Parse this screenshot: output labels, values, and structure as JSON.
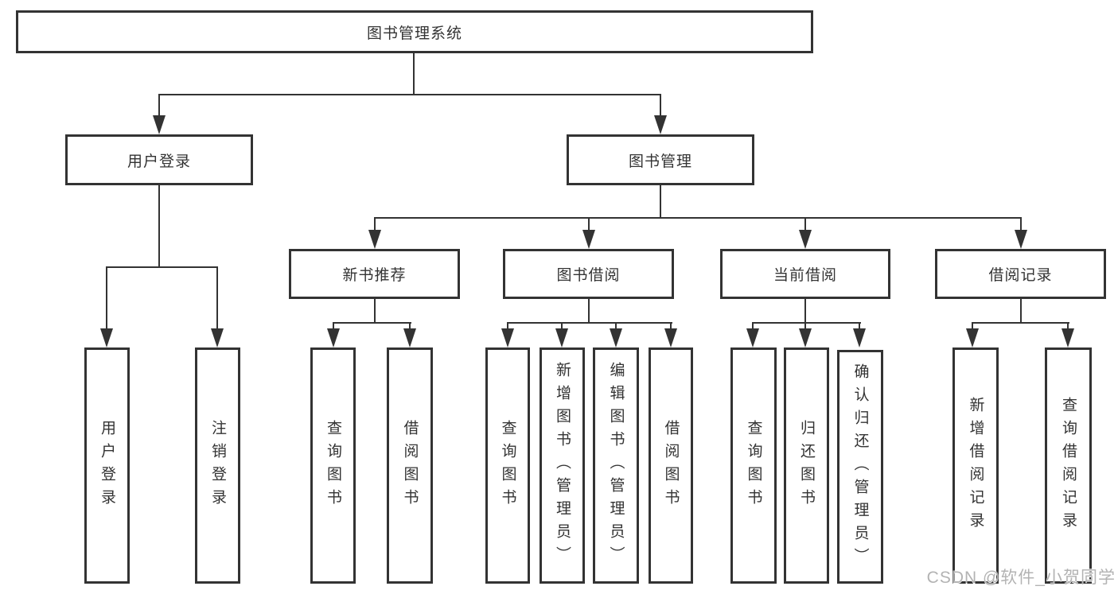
{
  "tree": {
    "root": "图书管理系统",
    "children": [
      {
        "label": "用户登录",
        "children": [
          "用户登录",
          "注销登录"
        ]
      },
      {
        "label": "图书管理",
        "children": [
          {
            "label": "新书推荐",
            "children": [
              "查询图书",
              "借阅图书"
            ]
          },
          {
            "label": "图书借阅",
            "children": [
              "查询图书",
              "新增图书（管理员）",
              "编辑图书（管理员）",
              "借阅图书"
            ]
          },
          {
            "label": "当前借阅",
            "children": [
              "查询图书",
              "归还图书",
              "确认归还（管理员）"
            ]
          },
          {
            "label": "借阅记录",
            "children": [
              "新增借阅记录",
              "查询借阅记录"
            ]
          }
        ]
      }
    ]
  },
  "watermark": "CSDN @软件_小贺同学",
  "colors": {
    "line": "#333333",
    "box_border": "#333333",
    "box_background": "#ffffff",
    "text": "#333333",
    "watermark_text": "#b3b3b3"
  }
}
